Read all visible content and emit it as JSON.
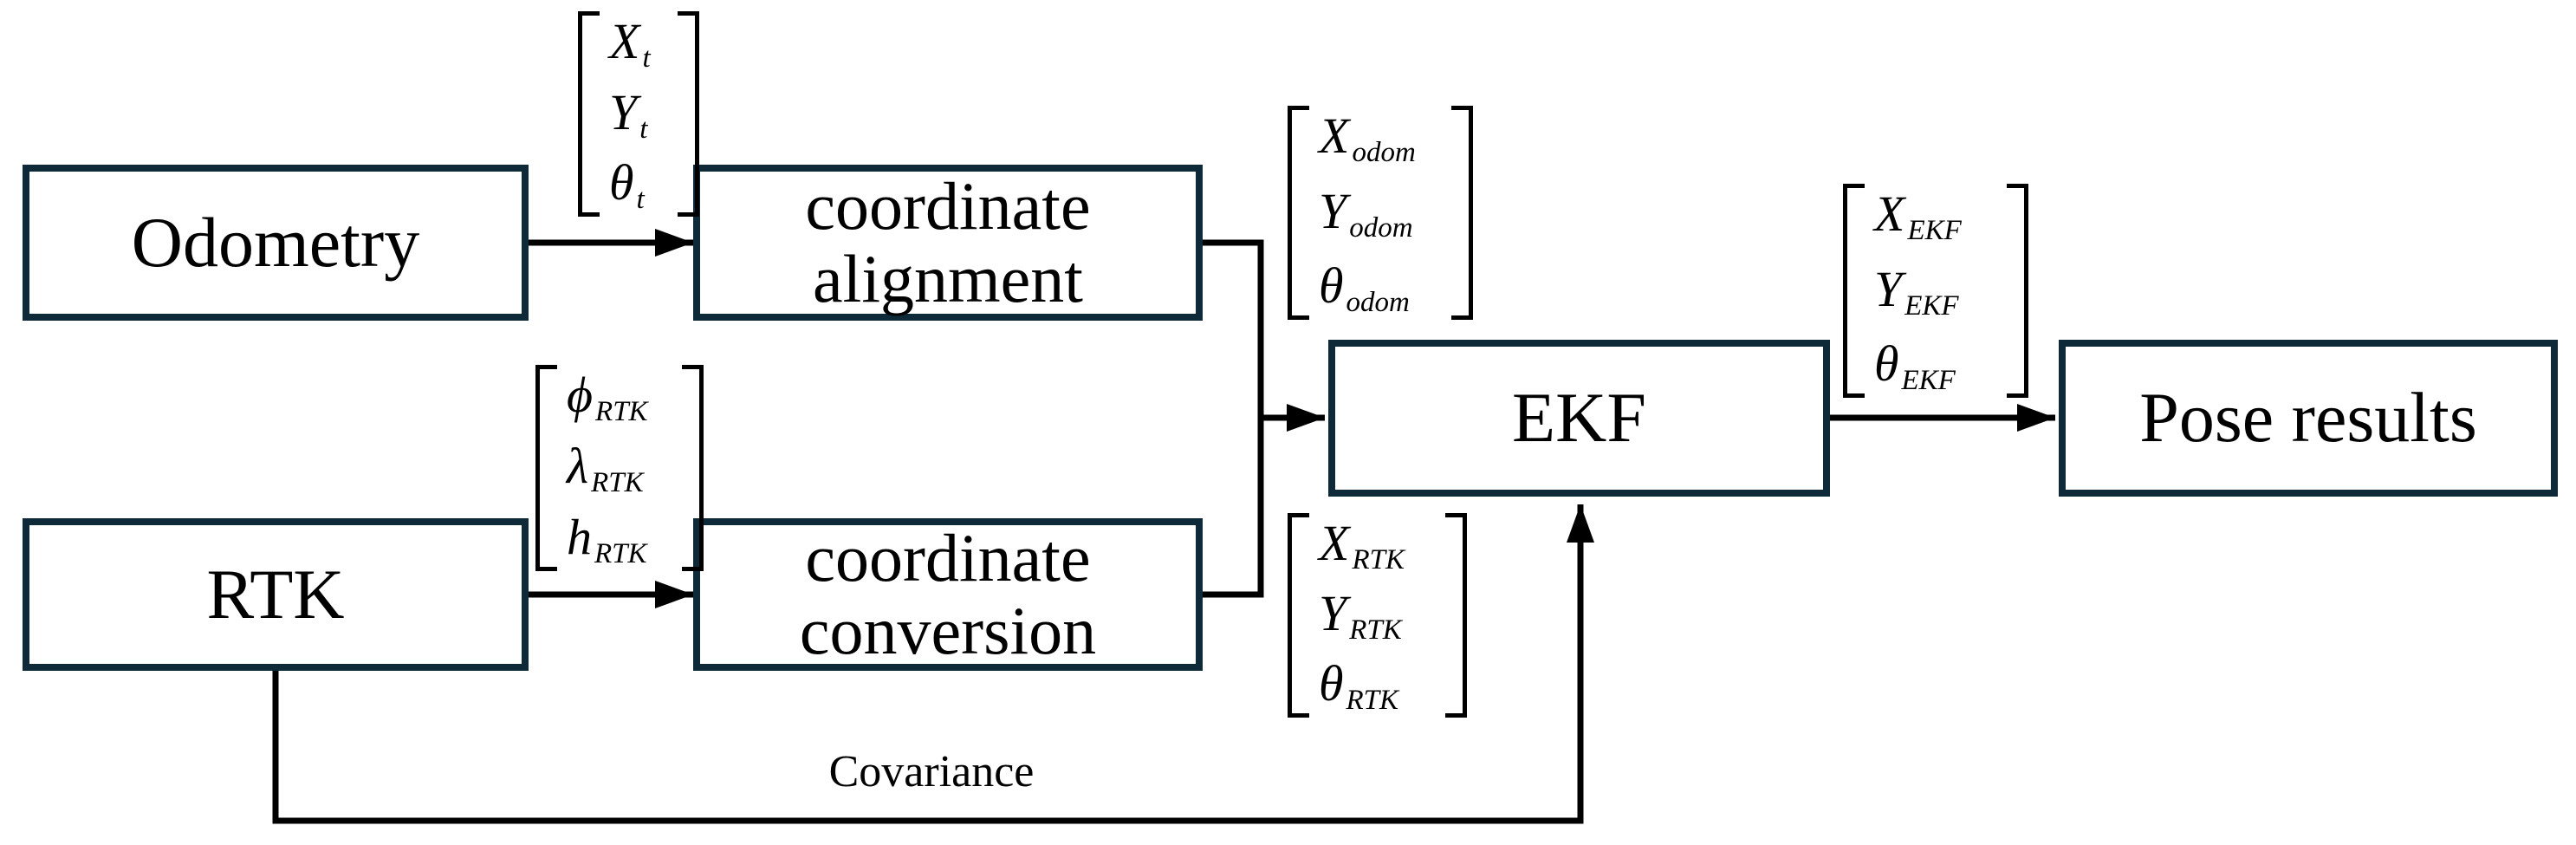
{
  "diagram": {
    "background_color": "#ffffff",
    "box_border_color": "#0e2a39",
    "line_color": "#000000",
    "text_color": "#000000"
  },
  "boxes": {
    "odometry": {
      "label": "Odometry"
    },
    "alignment": {
      "line1": "coordinate",
      "line2": "alignment"
    },
    "rtk": {
      "label": "RTK"
    },
    "conversion": {
      "line1": "coordinate",
      "line2": "conversion"
    },
    "ekf": {
      "label": "EKF"
    },
    "pose": {
      "label": "Pose results"
    }
  },
  "vectors": {
    "odom_raw": {
      "rows": [
        {
          "sym": "X",
          "sub": "t"
        },
        {
          "sym": "Y",
          "sub": "t"
        },
        {
          "sym": "θ",
          "sub": "t"
        }
      ]
    },
    "rtk_raw": {
      "rows": [
        {
          "sym": "ϕ",
          "sub": "RTK"
        },
        {
          "sym": "λ",
          "sub": "RTK"
        },
        {
          "sym": "h",
          "sub": "RTK"
        }
      ]
    },
    "odom_aligned": {
      "rows": [
        {
          "sym": "X",
          "sub": "odom"
        },
        {
          "sym": "Y",
          "sub": "odom"
        },
        {
          "sym": "θ",
          "sub": "odom"
        }
      ]
    },
    "rtk_converted": {
      "rows": [
        {
          "sym": "X",
          "sub": "RTK"
        },
        {
          "sym": "Y",
          "sub": "RTK"
        },
        {
          "sym": "θ",
          "sub": "RTK"
        }
      ]
    },
    "ekf_output": {
      "rows": [
        {
          "sym": "X",
          "sub": "EKF"
        },
        {
          "sym": "Y",
          "sub": "EKF"
        },
        {
          "sym": "θ",
          "sub": "EKF"
        }
      ]
    }
  },
  "labels": {
    "covariance": "Covariance"
  }
}
